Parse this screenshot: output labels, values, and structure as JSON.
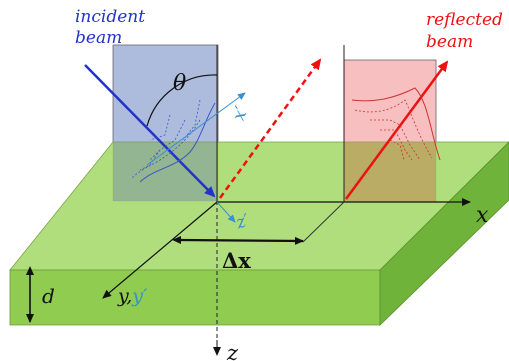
{
  "labels": {
    "incident_line1": "incident",
    "incident_line2": "beam",
    "reflected_line1": "reflected",
    "reflected_line2": "beam",
    "theta": "θ",
    "x_prime": "x′",
    "z_prime": "z′",
    "x_axis": "x",
    "z_axis": "z",
    "delta_x": "Δx",
    "d": "d",
    "y": "y,",
    "y_prime": "y′"
  },
  "colors": {
    "incident": "#2233cc",
    "reflected": "#ee1111",
    "prime_axes": "#3a8fd0",
    "slab_top": "#a6d96a",
    "slab_front": "#8fcc4f",
    "slab_side": "#6fb33a",
    "incident_panel": "#9fb0d6",
    "reflected_panel": "#f6b8b8",
    "axis": "#111111"
  }
}
